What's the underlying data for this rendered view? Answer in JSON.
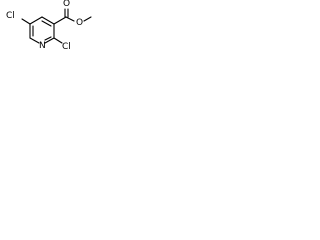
{
  "molecule": {
    "atom_labels": {
      "chlorine_5": "Cl",
      "chlorine_2": "Cl",
      "ring_nitrogen": "N",
      "carbonyl_oxygen": "O",
      "ester_oxygen": "O"
    },
    "colors": {
      "bond": "#000000",
      "label": "#000000",
      "background": "#ffffff"
    }
  }
}
